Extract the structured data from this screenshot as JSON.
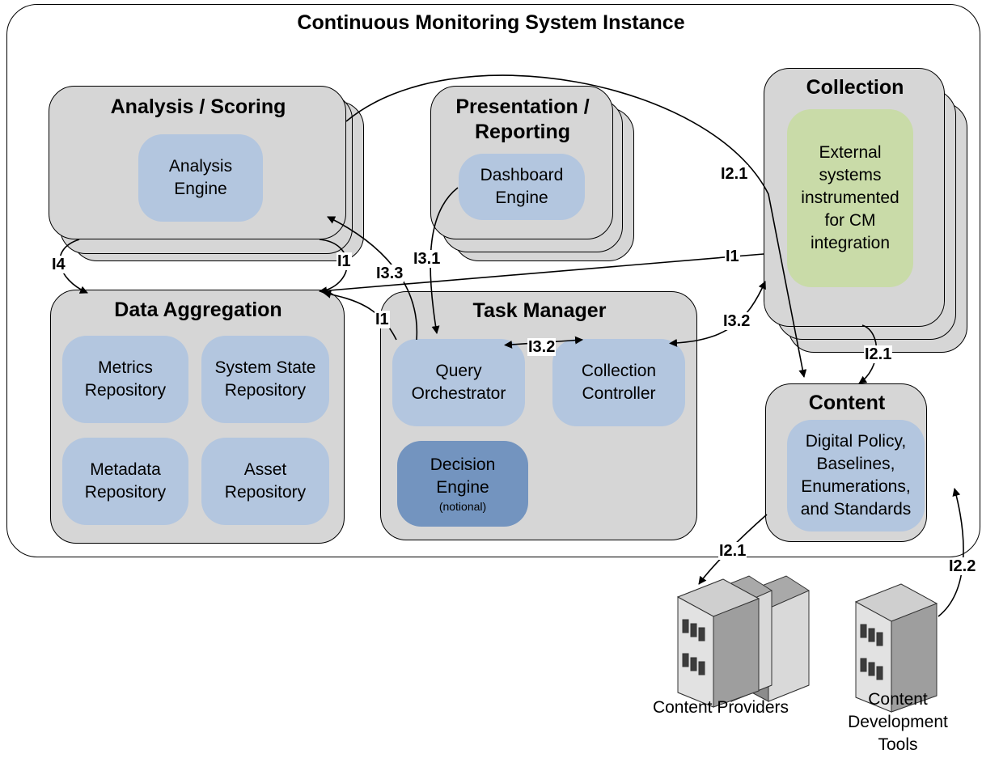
{
  "title": "Continuous Monitoring System Instance",
  "groups": {
    "analysis": {
      "title": "Analysis / Scoring",
      "components": [
        "Analysis Engine"
      ]
    },
    "presentation": {
      "title_line1": "Presentation /",
      "title_line2": "Reporting",
      "components": [
        "Dashboard Engine"
      ]
    },
    "collection": {
      "title": "Collection",
      "components": [
        "External systems instrumented for CM integration"
      ]
    },
    "aggregation": {
      "title": "Data Aggregation",
      "components": [
        "Metrics Repository",
        "System State Repository",
        "Metadata Repository",
        "Asset Repository"
      ]
    },
    "taskmanager": {
      "title": "Task Manager",
      "components": [
        "Query Orchestrator",
        "Collection Controller",
        "Decision Engine"
      ],
      "decision_note": "(notional)"
    },
    "content": {
      "title": "Content",
      "components": [
        "Digital Policy, Baselines, Enumerations, and Standards"
      ]
    }
  },
  "interfaces": {
    "i4": "I4",
    "i1_a": "I1",
    "i1_b": "I1",
    "i1_c": "I1",
    "i3_3": "I3.3",
    "i3_1": "I3.1",
    "i3_2_a": "I3.2",
    "i3_2_b": "I3.2",
    "i2_1_a": "I2.1",
    "i2_1_b": "I2.1",
    "i2_1_c": "I2.1",
    "i2_2": "I2.2"
  },
  "external": {
    "content_providers": "Content Providers",
    "content_dev_tools_line1": "Content",
    "content_dev_tools_line2": "Development",
    "content_dev_tools_line3": "Tools"
  },
  "colors": {
    "group_fill": "#d6d6d6",
    "component_fill": "#b3c6df",
    "decision_fill": "#7394bf",
    "external_fill": "#c9dba8"
  }
}
